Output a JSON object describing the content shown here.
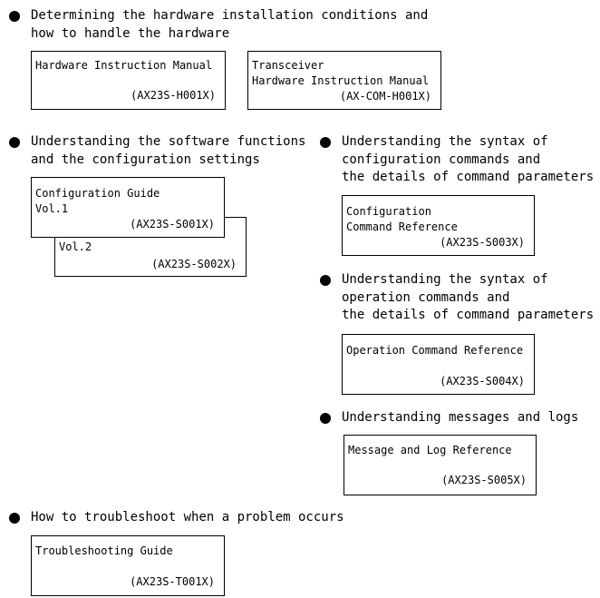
{
  "sections": {
    "hardware": {
      "heading": [
        "Determining the hardware installation conditions and",
        "how to handle the hardware"
      ],
      "manual1": {
        "title": [
          "Hardware Instruction Manual"
        ],
        "code": "(AX23S-H001X)"
      },
      "manual2": {
        "title": [
          "Transceiver",
          "Hardware Instruction Manual"
        ],
        "code": "(AX-COM-H001X)"
      }
    },
    "software": {
      "heading": [
        "Understanding the software functions",
        "and the configuration settings"
      ],
      "guide_vol1": {
        "title": [
          "Configuration Guide",
          "Vol.1"
        ],
        "code": "(AX23S-S001X)"
      },
      "guide_vol2": {
        "title": [
          "Vol.2"
        ],
        "code": "(AX23S-S002X)"
      }
    },
    "config_commands": {
      "heading": [
        "Understanding the syntax of",
        "configuration commands and",
        "the details of command parameters"
      ],
      "manual": {
        "title": [
          "Configuration",
          "Command Reference"
        ],
        "code": "(AX23S-S003X)"
      }
    },
    "operation_commands": {
      "heading": [
        "Understanding the syntax of",
        "operation commands and",
        "the details of command parameters"
      ],
      "manual": {
        "title": [
          "Operation Command Reference"
        ],
        "code": "(AX23S-S004X)"
      }
    },
    "messages": {
      "heading": [
        "Understanding messages and logs"
      ],
      "manual": {
        "title": [
          "Message and Log Reference"
        ],
        "code": "(AX23S-S005X)"
      }
    },
    "troubleshoot": {
      "heading": [
        "How to troubleshoot when a problem occurs"
      ],
      "manual": {
        "title": [
          "Troubleshooting Guide"
        ],
        "code": "(AX23S-T001X)"
      }
    }
  }
}
